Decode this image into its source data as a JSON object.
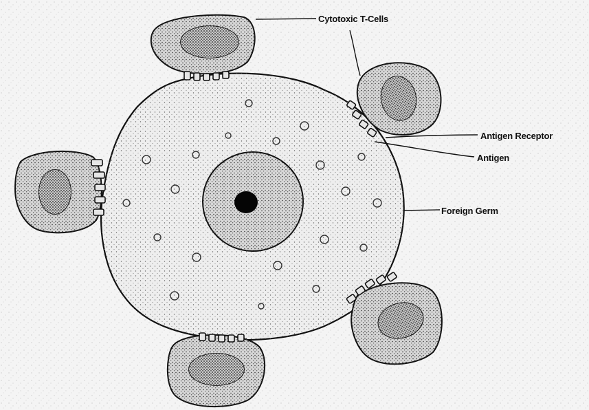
{
  "labels": {
    "cytotoxic_t_cells": "Cytotoxic T-Cells",
    "antigen_receptor": "Antigen Receptor",
    "antigen": "Antigen",
    "foreign_germ": "Foreign Germ"
  },
  "colors": {
    "background": "#f4f4f4",
    "ink": "#111111",
    "stipple": "#4a4a4a",
    "nucleolus": "#050505"
  }
}
